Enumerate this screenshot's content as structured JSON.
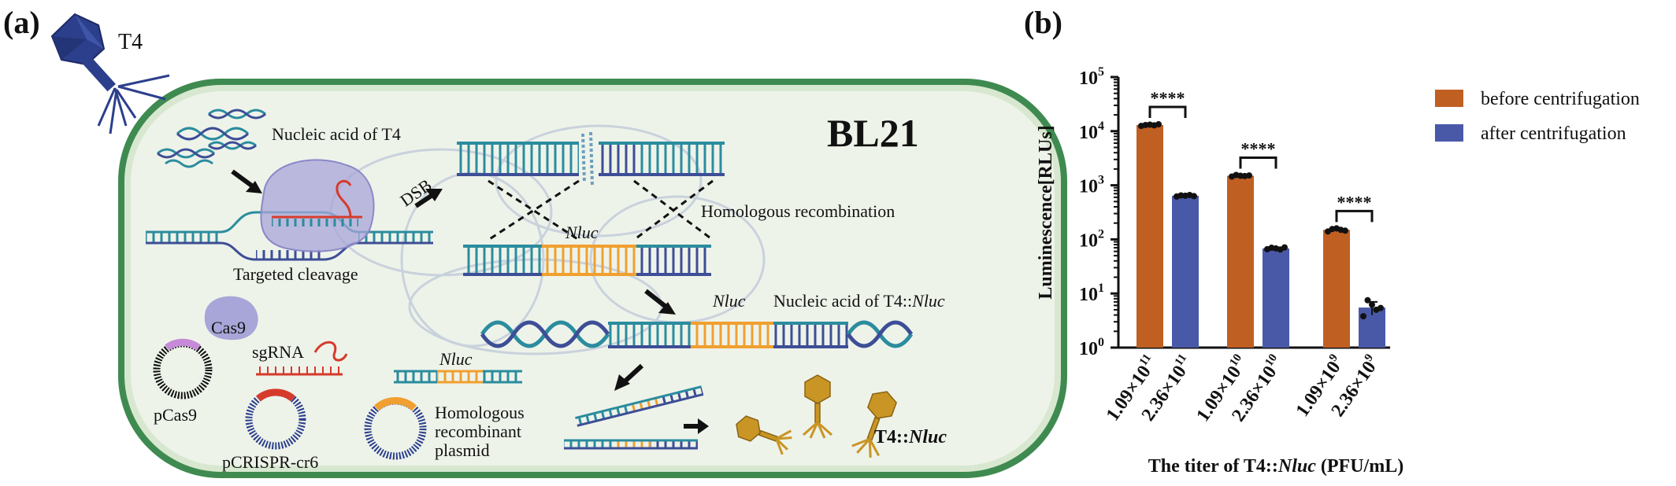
{
  "panel_a": {
    "label": "(a)",
    "phage_label": "T4",
    "cell_label": "BL21",
    "nucleic_acid_t4": "Nucleic acid of T4",
    "dsb": "DSB",
    "homologous_recombination": "Homologous recombination",
    "nluc": "Nluc",
    "targeted_cleavage": "Targeted cleavage",
    "cas9": "Cas9",
    "sgrna": "sgRNA",
    "pcas9": "pCas9",
    "pcrispr": "pCRISPR-cr6",
    "plasmid_line1": "Homologous",
    "plasmid_line2": "recombinant",
    "plasmid_line3": "plasmid",
    "nucleic_acid_prefix": "Nucleic acid of T4::",
    "t4_prefix": "T4::",
    "colors": {
      "cell_border": "#3f8a50",
      "cell_fill": "#eef3ea",
      "phage": "#2c3f8c",
      "cas9": "#a8a6d8",
      "sgrna": "#d63a2b",
      "nluc": "#f0a030",
      "dna_teal": "#2b8c9e",
      "dna_blue": "#3d4e96",
      "progeny": "#c99524"
    }
  },
  "panel_b": {
    "label": "(b)",
    "ylabel": "Luminescence[RLUs]",
    "xlabel_prefix": "The titer of T4::",
    "xlabel_ital": "Nluc",
    "xlabel_suffix": " (PFU/mL)",
    "y_ticks": [
      {
        "base": "10",
        "exp": "0"
      },
      {
        "base": "10",
        "exp": "1"
      },
      {
        "base": "10",
        "exp": "2"
      },
      {
        "base": "10",
        "exp": "3"
      },
      {
        "base": "10",
        "exp": "4"
      },
      {
        "base": "10",
        "exp": "5"
      }
    ],
    "sig": "****"
  },
  "chart_data": {
    "type": "bar",
    "ylabel": "Luminescence[RLUs]",
    "xlabel": "The titer of T4::Nluc (PFU/mL)",
    "yscale": "log",
    "ylim": [
      1,
      100000
    ],
    "legend_position": "top-right",
    "categories": [
      "1.09×10^11",
      "2.36×10^11",
      "1.09×10^10",
      "2.36×10^10",
      "1.09×10^9",
      "2.36×10^9"
    ],
    "tick_labels": [
      {
        "base": "1.09×10",
        "exp": "11"
      },
      {
        "base": "2.36×10",
        "exp": "11"
      },
      {
        "base": "1.09×10",
        "exp": "10"
      },
      {
        "base": "2.36×10",
        "exp": "10"
      },
      {
        "base": "1.09×10",
        "exp": "9"
      },
      {
        "base": "2.36×10",
        "exp": "9"
      }
    ],
    "series": [
      {
        "name": "before centrifugation",
        "color": "#c05f22",
        "values": [
          13000,
          1500,
          150
        ],
        "positions": [
          0,
          2,
          4
        ]
      },
      {
        "name": "after centrifugation",
        "color": "#4a58a8",
        "values": [
          640,
          68,
          5.5
        ],
        "positions": [
          1,
          3,
          5
        ]
      }
    ],
    "points": [
      [
        12500,
        13000,
        13200,
        12800,
        13400
      ],
      [
        620,
        650,
        640,
        660,
        630
      ],
      [
        1450,
        1550,
        1500,
        1480,
        1520
      ],
      [
        66,
        70,
        68,
        65,
        71
      ],
      [
        140,
        155,
        160,
        150,
        145
      ],
      [
        3.8,
        7.5,
        6.2,
        5.0,
        5.4
      ]
    ],
    "errors": [
      400,
      15,
      40,
      3,
      10,
      1.5
    ],
    "significance": [
      {
        "pair": [
          0,
          1
        ],
        "label": "****"
      },
      {
        "pair": [
          2,
          3
        ],
        "label": "****"
      },
      {
        "pair": [
          4,
          5
        ],
        "label": "****"
      }
    ]
  }
}
